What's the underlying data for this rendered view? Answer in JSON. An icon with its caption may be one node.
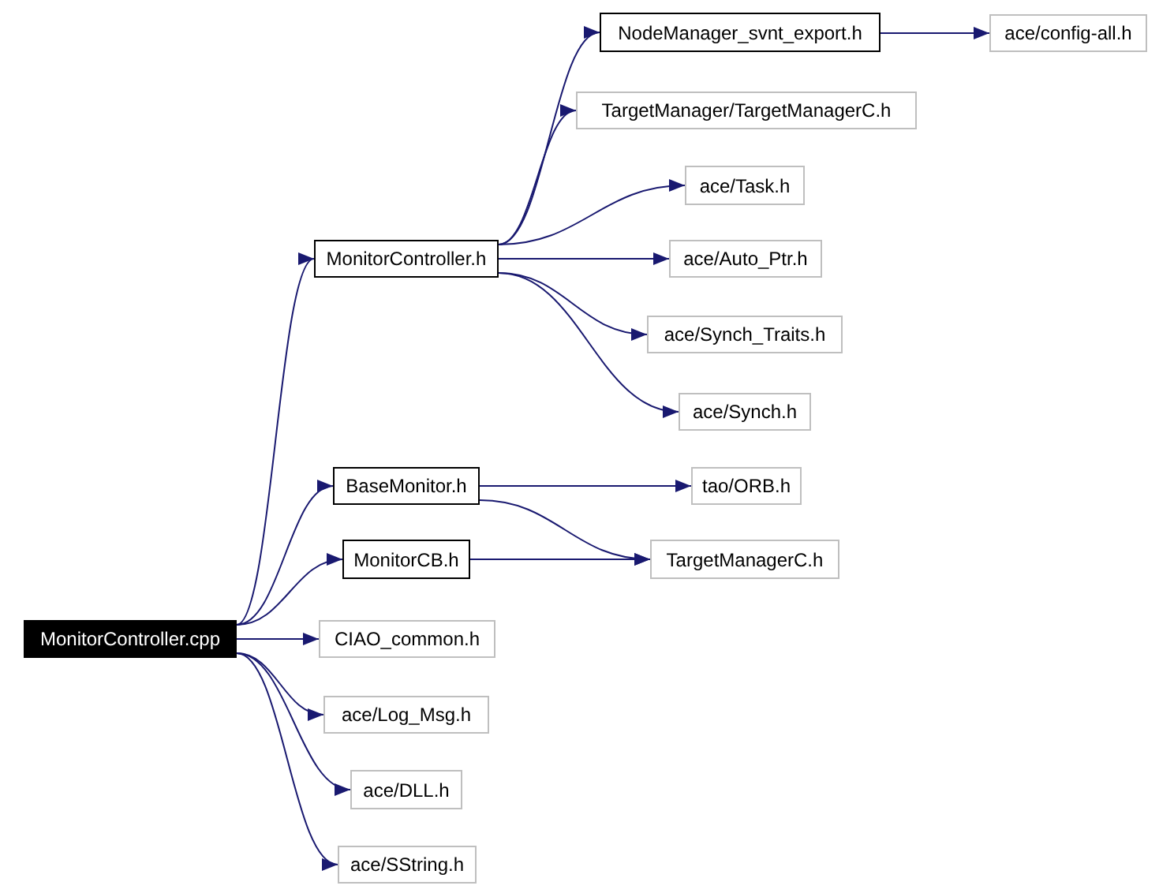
{
  "diagram": {
    "nodes": [
      {
        "text": [
          "MonitorController.cpp"
        ]
      },
      {
        "text": [
          "MonitorController.h"
        ]
      },
      {
        "text": [
          "NodeManager_svnt_export.h"
        ]
      },
      {
        "text": [
          "ace/config-all.h"
        ]
      },
      {
        "text": [
          "TargetManager/TargetManagerC.h"
        ]
      },
      {
        "text": [
          "ace/Task.h"
        ]
      },
      {
        "text": [
          "ace/Auto_Ptr.h"
        ]
      },
      {
        "text": [
          "ace/Synch_Traits.h"
        ]
      },
      {
        "text": [
          "ace/Synch.h"
        ]
      },
      {
        "text": [
          "BaseMonitor.h"
        ]
      },
      {
        "text": [
          "tao/ORB.h"
        ]
      },
      {
        "text": [
          "MonitorCB.h"
        ]
      },
      {
        "text": [
          "TargetManagerC.h"
        ]
      },
      {
        "text": [
          "CIAO_common.h"
        ]
      },
      {
        "text": [
          "ace/Log_Msg.h"
        ]
      },
      {
        "text": [
          "ace/DLL.h"
        ]
      },
      {
        "text": [
          "ace/SString.h"
        ]
      }
    ],
    "edges": [
      {
        "from": 0,
        "to": 1,
        "arrow": "to"
      },
      {
        "from": 0,
        "to": 9,
        "arrow": "to"
      },
      {
        "from": 0,
        "to": 11,
        "arrow": "to"
      },
      {
        "from": 0,
        "to": 13,
        "arrow": "to"
      },
      {
        "from": 0,
        "to": 14,
        "arrow": "to"
      },
      {
        "from": 0,
        "to": 15,
        "arrow": "to"
      },
      {
        "from": 0,
        "to": 16,
        "arrow": "to"
      },
      {
        "from": 1,
        "to": 2,
        "arrow": "to"
      },
      {
        "from": 1,
        "to": 4,
        "arrow": "to"
      },
      {
        "from": 1,
        "to": 5,
        "arrow": "to"
      },
      {
        "from": 1,
        "to": 6,
        "arrow": "to"
      },
      {
        "from": 1,
        "to": 7,
        "arrow": "to"
      },
      {
        "from": 1,
        "to": 8,
        "arrow": "to"
      },
      {
        "from": 2,
        "to": 3,
        "arrow": "to"
      },
      {
        "from": 9,
        "to": 10,
        "arrow": "to"
      },
      {
        "from": 9,
        "to": 12,
        "arrow": "to"
      },
      {
        "from": 11,
        "to": 12,
        "arrow": "to"
      }
    ]
  }
}
